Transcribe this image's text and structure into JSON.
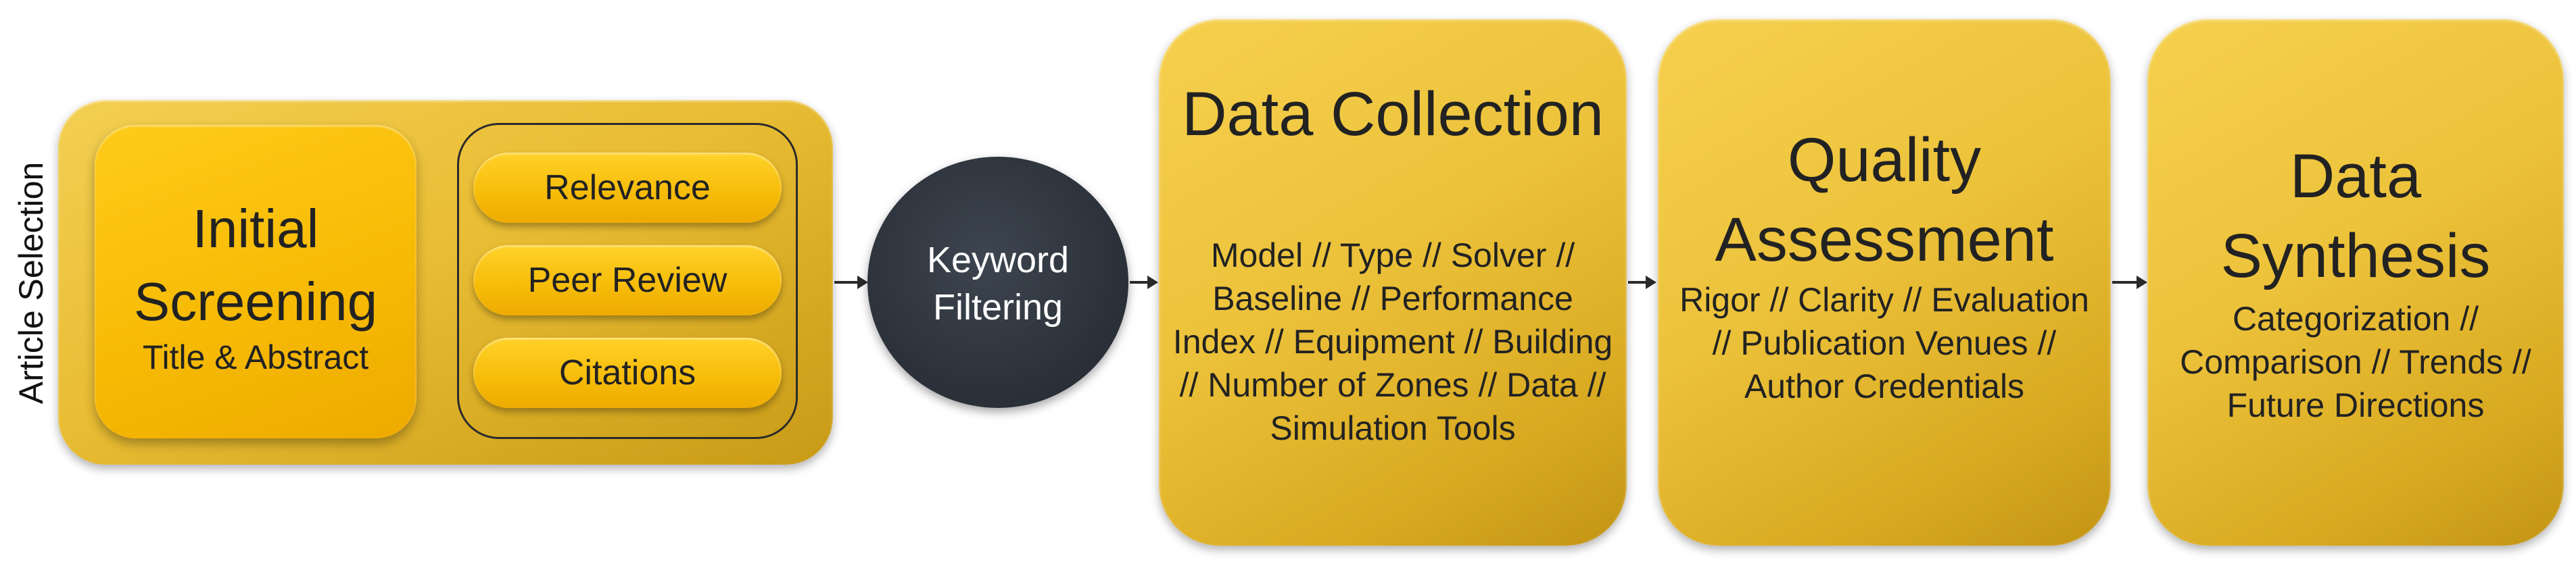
{
  "side_label": "Article Selection",
  "screening": {
    "title": "Initial Screening",
    "subtitle": "Title & Abstract"
  },
  "criteria": [
    "Relevance",
    "Peer Review",
    "Citations"
  ],
  "keyword": "Keyword Filtering",
  "stages": [
    {
      "title": "Data Collection",
      "description": "Model // Type // Solver // Baseline // Performance Index // Equipment // Building // Number of Zones // Data // Simulation Tools"
    },
    {
      "title": "Quality Assessment",
      "description": "Rigor // Clarity // Evaluation // Publication Venues // Author Credentials"
    },
    {
      "title": "Data Synthesis",
      "description": "Categorization // Comparison // Trends // Future Directions"
    }
  ]
}
